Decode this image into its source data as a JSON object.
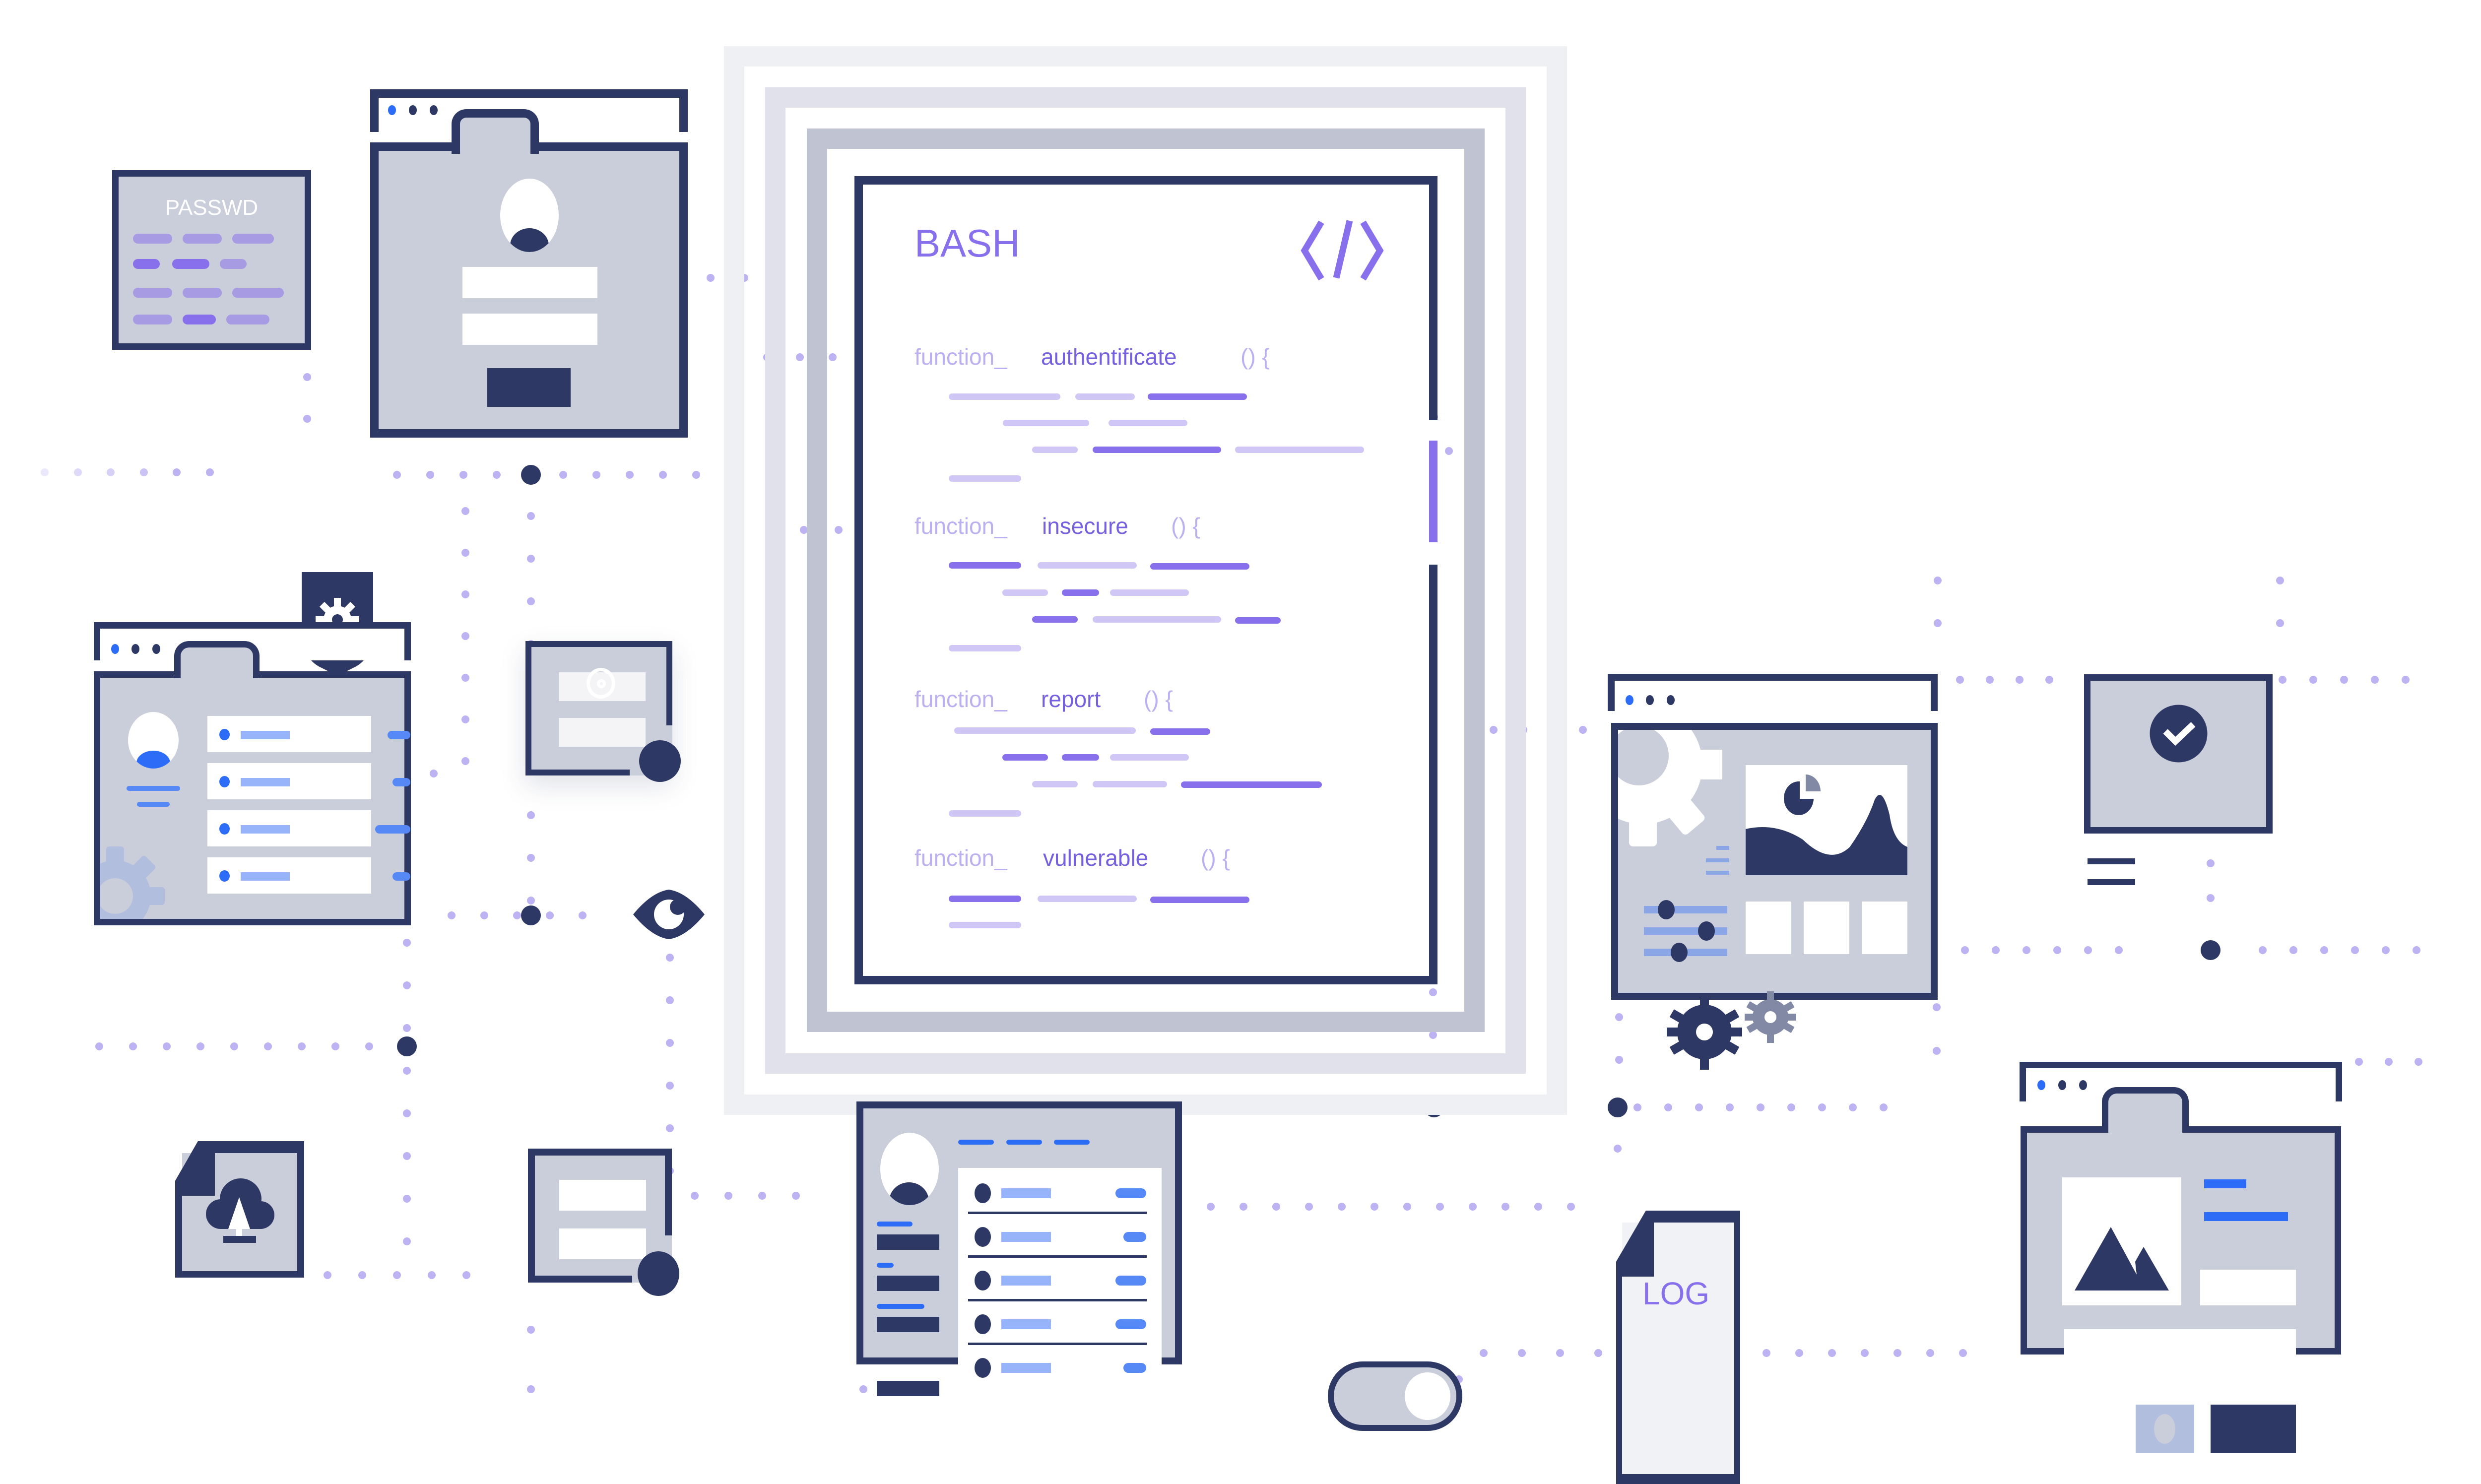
{
  "colors": {
    "navy": "#2d3864",
    "panel": "#cacdda",
    "purple": "#8870ed",
    "lavender": "#d0c7f6",
    "dot": "#bdb3f3",
    "blue": "#2c6cf6",
    "light_blue": "#97b3fa",
    "frame_outer": "#eff0f4",
    "frame_mid": "#e0e1ea",
    "frame_inner": "#c0c3d2"
  },
  "code_document": {
    "title": "BASH",
    "icon": "code-brackets-icon",
    "functions": [
      {
        "prefix": "function_",
        "name": "authentificate",
        "suffix": "() {"
      },
      {
        "prefix": "function_",
        "name": "insecure",
        "suffix": "() {"
      },
      {
        "prefix": "function_",
        "name": "report",
        "suffix": "() {"
      },
      {
        "prefix": "function_",
        "name": "vulnerable",
        "suffix": "() {"
      }
    ]
  },
  "passwd_card": {
    "title": "PASSWD"
  },
  "log_file": {
    "label": "LOG"
  },
  "dashboard": {
    "sliders": [
      0.27,
      0.75,
      0.42
    ]
  },
  "toggle": {
    "state": "on"
  },
  "icons": {
    "shield": "shield-gear-icon",
    "eye": "eye-icon",
    "check": "check-circle-icon",
    "cloud_upload": "cloud-upload-icon",
    "at": "at-sign-icon",
    "gears": "gears-icon",
    "image": "image-icon"
  }
}
